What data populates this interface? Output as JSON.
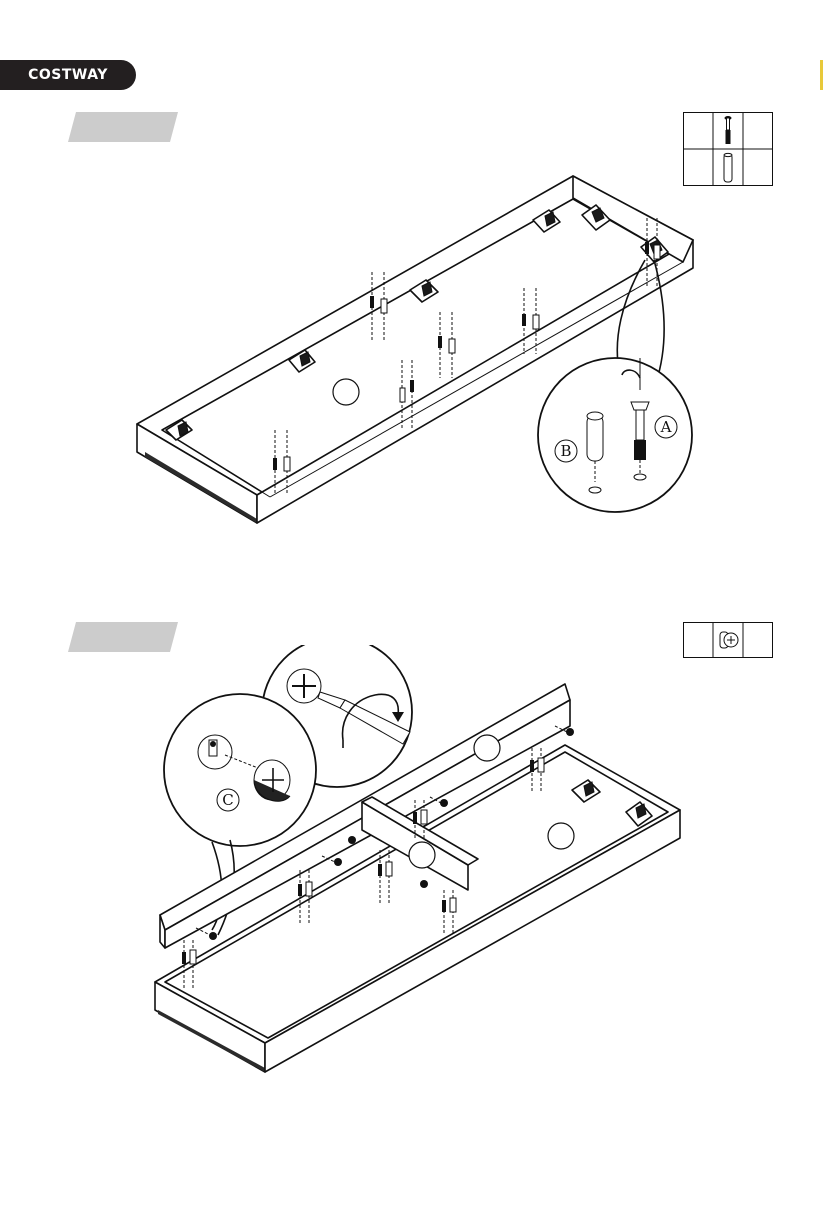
{
  "header": {
    "brand": "COSTWAY"
  },
  "step1": {
    "hardware": [
      {
        "icon": "cam-bolt-icon"
      },
      {
        "icon": "wooden-dowel-icon"
      }
    ],
    "callout_labels": {
      "a": "A",
      "b": "B"
    }
  },
  "step2": {
    "hardware": [
      {
        "icon": "cam-lock-icon"
      }
    ],
    "callout_labels": {
      "c": "C"
    }
  },
  "colors": {
    "ink": "#111111",
    "logo_bg": "#231f20",
    "step_tab": "#cccccc",
    "edge_accent": "#e8c93a"
  }
}
